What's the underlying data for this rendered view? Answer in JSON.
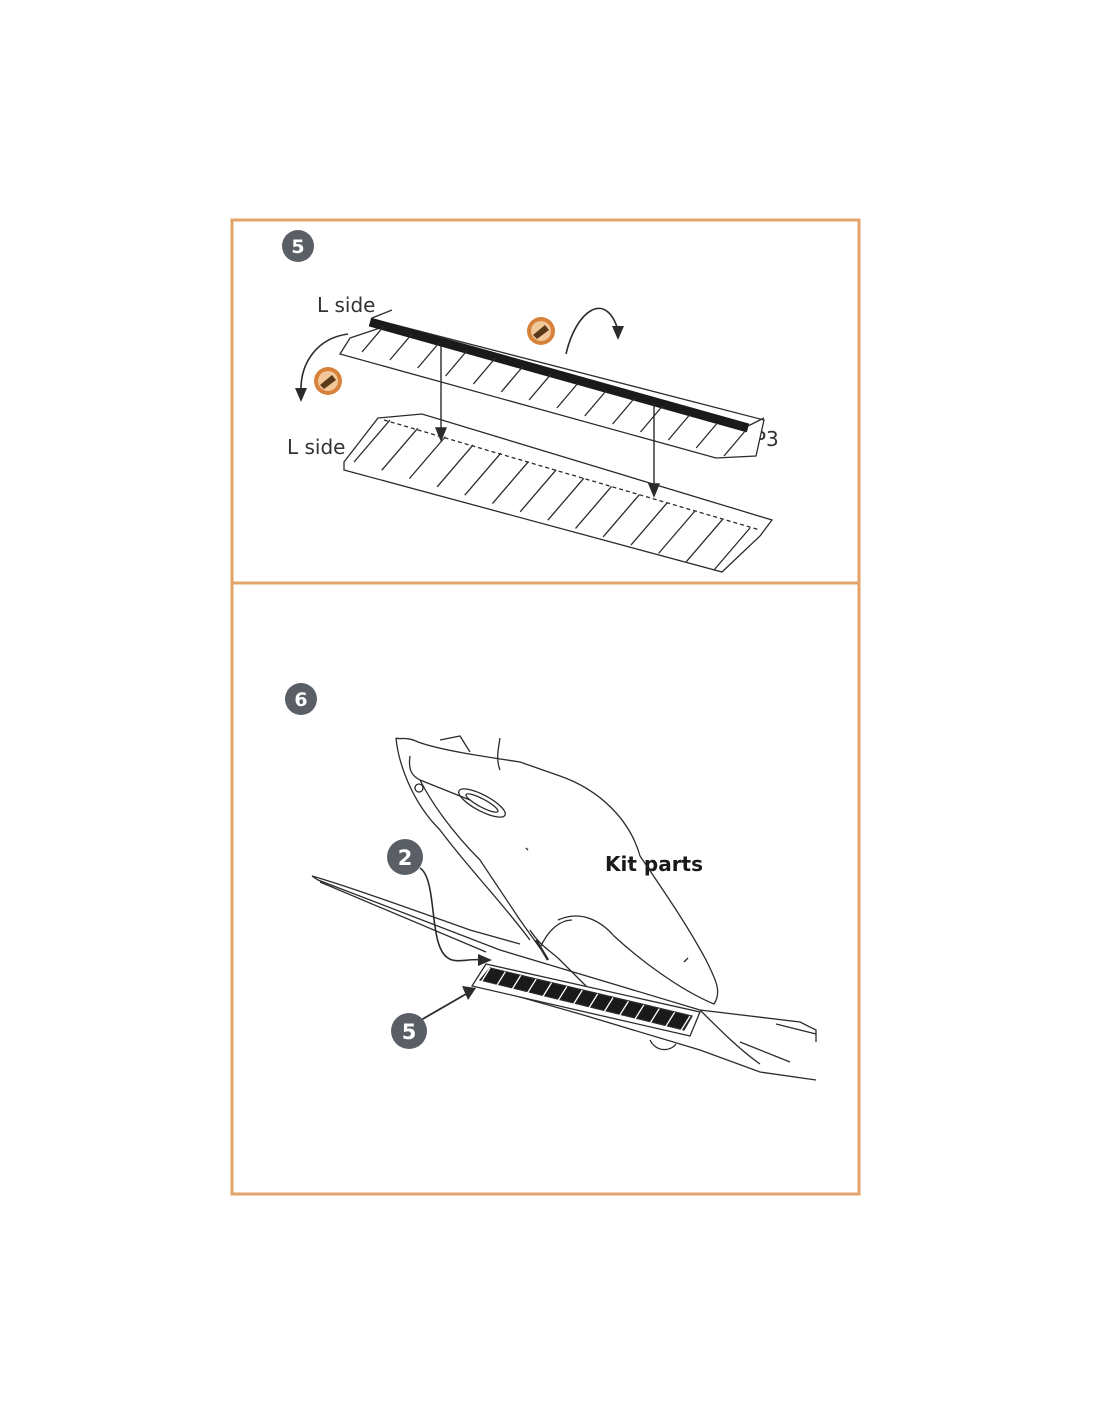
{
  "colors": {
    "frame": "#e3a36a",
    "badge": "#5a5f66",
    "badge_text": "#ffffff",
    "ink": "#2b2b2b",
    "part_icon": "#d8813a"
  },
  "step5": {
    "badge": "5",
    "label_top": "L side",
    "label_bottom": "L side",
    "part_code": "P3",
    "icons": [
      "bend-part-icon",
      "bend-part-icon"
    ]
  },
  "step6": {
    "badge": "6",
    "kit_parts": "Kit parts",
    "callout_a": "2",
    "callout_b": "5"
  }
}
